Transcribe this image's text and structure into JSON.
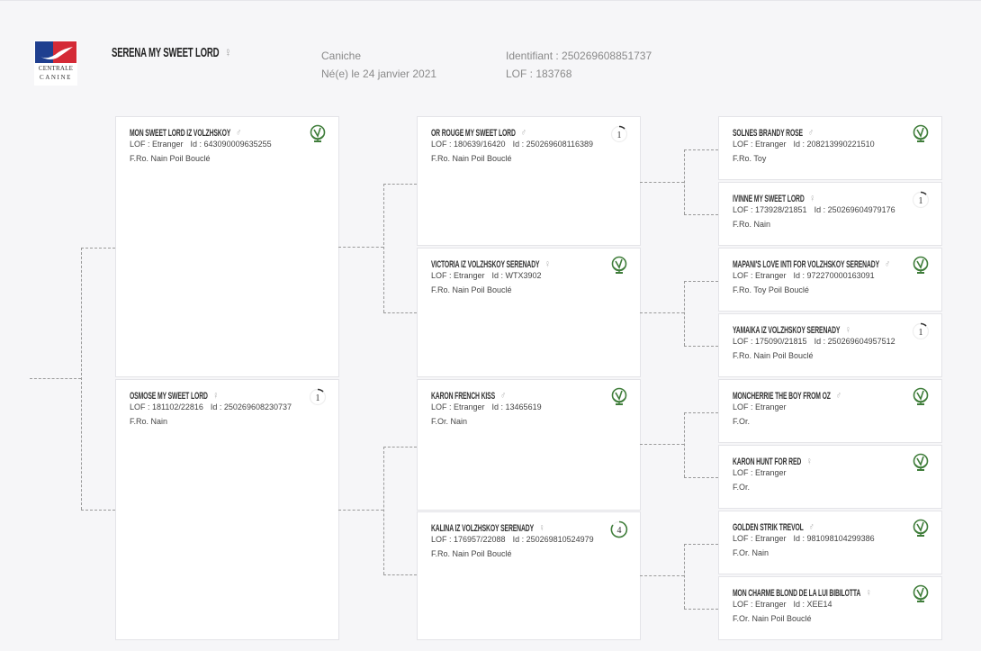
{
  "logo": {
    "line1": "Centrale",
    "line2": "Canine",
    "colors": {
      "blue": "#1f3f8f",
      "red": "#d42a36"
    }
  },
  "dog": {
    "name": "SERENA MY SWEET LORD",
    "sex": "♀",
    "breed": "Caniche",
    "birth": "Né(e) le 24 janvier 2021",
    "identifiant": "Identifiant : 250269608851737",
    "lof": "LOF : 183768"
  },
  "accent": "#3f7d3a",
  "ancestors": [
    {
      "name": "MON SWEET LORD IZ VOLZHSKOY",
      "sex": "♂",
      "lof": "LOF : Etranger",
      "id": "Id : 643090009635255",
      "variety": "F.Ro. Nain Poil Bouclé",
      "badge": "globe-icon"
    },
    {
      "name": "OSMOSE MY SWEET LORD",
      "sex": "♀",
      "lof": "LOF : 181102/22816",
      "id": "Id : 250269608230737",
      "variety": "F.Ro. Nain",
      "badge": "1"
    },
    {
      "name": "OR ROUGE MY SWEET LORD",
      "sex": "♂",
      "lof": "LOF : 180639/16420",
      "id": "Id : 250269608116389",
      "variety": "F.Ro. Nain Poil Bouclé",
      "badge": "1"
    },
    {
      "name": "VICTORIA IZ VOLZHSKOY SERENADY",
      "sex": "♀",
      "lof": "LOF : Etranger",
      "id": "Id : WTX3902",
      "variety": "F.Ro. Nain Poil Bouclé",
      "badge": "globe-icon"
    },
    {
      "name": "KARON FRENCH KISS",
      "sex": "♂",
      "lof": "LOF : Etranger",
      "id": "Id : 13465619",
      "variety": "F.Or. Nain",
      "badge": "globe-icon"
    },
    {
      "name": "KALINA IZ VOLZHSKOY SERENADY",
      "sex": "♀",
      "lof": "LOF : 176957/22088",
      "id": "Id : 250269810524979",
      "variety": "F.Ro. Nain Poil Bouclé",
      "badge": "4"
    },
    {
      "name": "SOLNES BRANDY ROSE",
      "sex": "♂",
      "lof": "LOF : Etranger",
      "id": "Id : 208213990221510",
      "variety": "F.Ro. Toy",
      "badge": "globe-icon"
    },
    {
      "name": "IVINNE MY SWEET LORD",
      "sex": "♀",
      "lof": "LOF : 173928/21851",
      "id": "Id : 250269604979176",
      "variety": "F.Ro. Nain",
      "badge": "1"
    },
    {
      "name": "MAPANI'S LOVE INTI FOR VOLZHSKOY SERENADY",
      "sex": "♂",
      "lof": "LOF : Etranger",
      "id": "Id : 972270000163091",
      "variety": "F.Ro. Toy Poil Bouclé",
      "badge": "globe-icon"
    },
    {
      "name": "YAMAIKA IZ VOLZHSKOY SERENADY",
      "sex": "♀",
      "lof": "LOF : 175090/21815",
      "id": "Id : 250269604957512",
      "variety": "F.Ro. Nain Poil Bouclé",
      "badge": "1"
    },
    {
      "name": "MONCHERRIE THE BOY FROM OZ",
      "sex": "♂",
      "lof": "LOF : Etranger",
      "variety": "F.Or.",
      "badge": "globe-icon"
    },
    {
      "name": "KARON HUNT FOR RED",
      "sex": "♀",
      "lof": "LOF : Etranger",
      "variety": "F.Or.",
      "badge": "globe-icon"
    },
    {
      "name": "GOLDEN STRIK TREVOL",
      "sex": "♂",
      "lof": "LOF : Etranger",
      "id": "Id : 981098104299386",
      "variety": "F.Or. Nain",
      "badge": "globe-icon"
    },
    {
      "name": "MON CHARME BLOND DE LA LUI BIBILOTTA",
      "sex": "♀",
      "lof": "LOF : Etranger",
      "id": "Id : XEE14",
      "variety": "F.Or. Nain Poil Bouclé",
      "badge": "globe-icon"
    }
  ]
}
